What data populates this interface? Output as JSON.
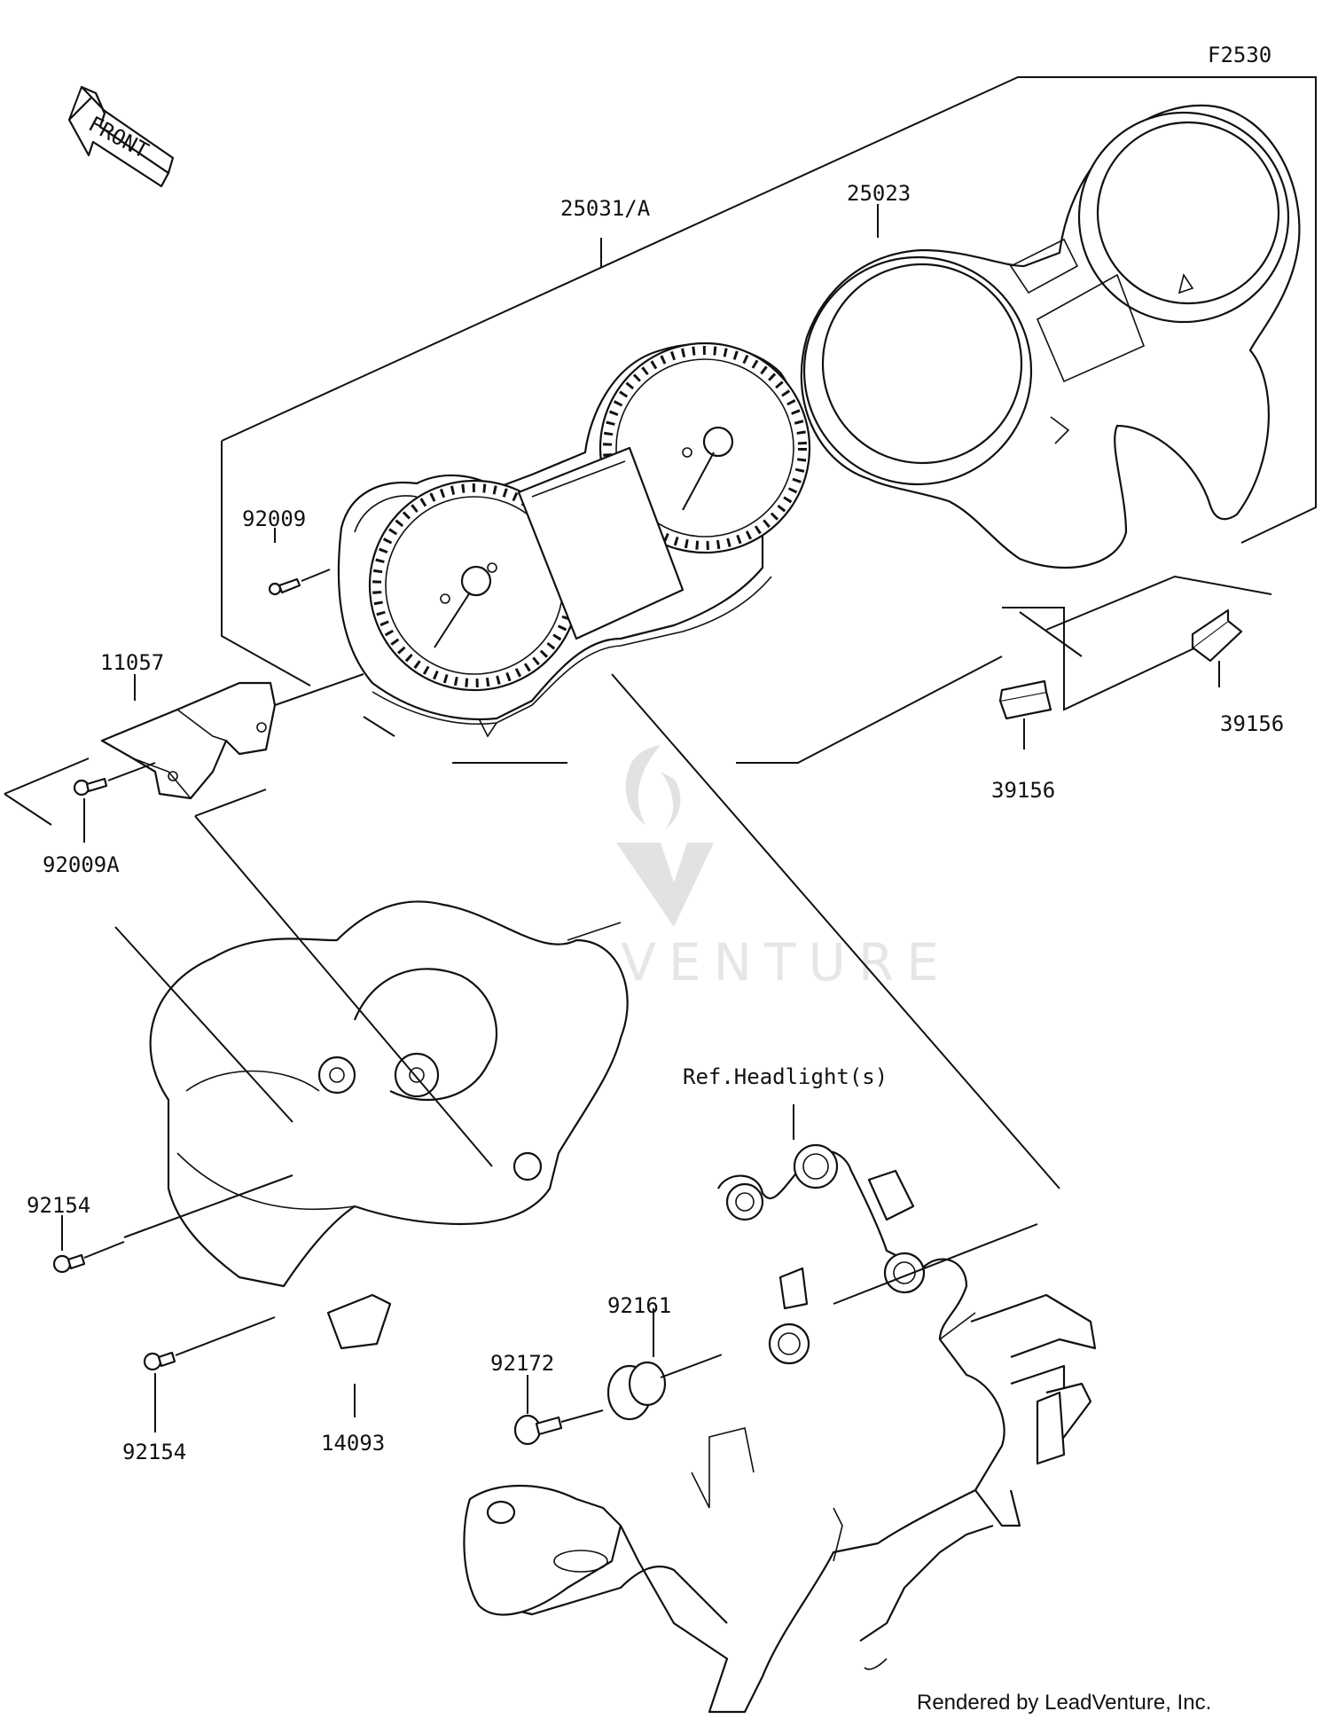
{
  "diagram_code": "F2530",
  "front_arrow": {
    "label": "FRONT",
    "icon": "front-arrow-icon"
  },
  "parts": {
    "p25031A": "25031/A",
    "p25023": "25023",
    "p92009": "92009",
    "p11057": "11057",
    "p92009A": "92009A",
    "p39156_right": "39156",
    "p39156_mid": "39156",
    "p92154_top": "92154",
    "p92154_bottom": "92154",
    "p14093": "14093",
    "p92161": "92161",
    "p92172": "92172"
  },
  "ref_headlight": "Ref.Headlight(s)",
  "watermark": "LEADVENTURE",
  "footer": "Rendered by LeadVenture, Inc."
}
